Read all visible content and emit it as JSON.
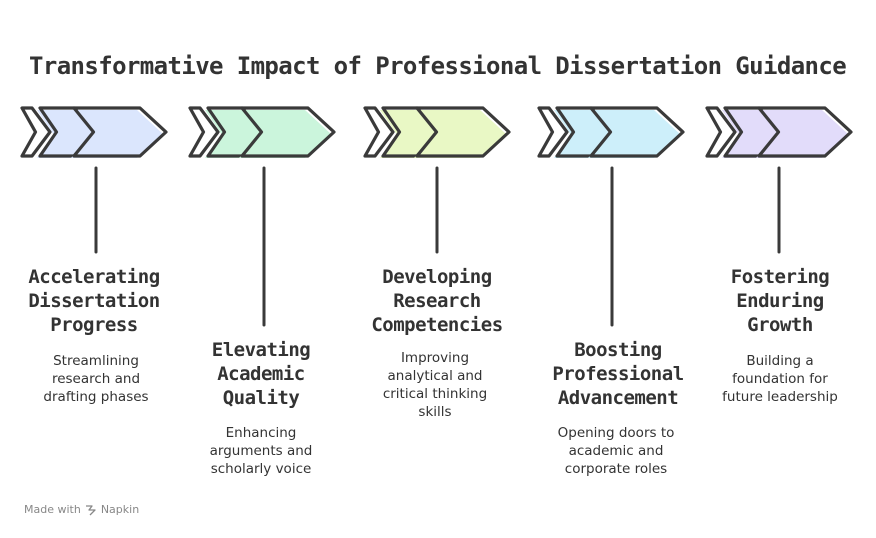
{
  "title": "Transformative Impact of Professional Dissertation Guidance",
  "steps": [
    {
      "title_lines": [
        "Accelerating",
        "Dissertation",
        "Progress"
      ],
      "desc_lines": [
        "Streamlining",
        "research and",
        "drafting phases"
      ],
      "color": "#dbe6fd"
    },
    {
      "title_lines": [
        "Elevating",
        "Academic",
        "Quality"
      ],
      "desc_lines": [
        "Enhancing",
        "arguments and",
        "scholarly voice"
      ],
      "color": "#cbf5dc"
    },
    {
      "title_lines": [
        "Developing",
        "Research",
        "Competencies"
      ],
      "desc_lines": [
        "Improving",
        "analytical and",
        "critical thinking",
        "skills"
      ],
      "color": "#e9f8c5"
    },
    {
      "title_lines": [
        "Boosting",
        "Professional",
        "Advancement"
      ],
      "desc_lines": [
        "Opening doors to",
        "academic and",
        "corporate roles"
      ],
      "color": "#cdeffa"
    },
    {
      "title_lines": [
        "Fostering",
        "Enduring",
        "Growth"
      ],
      "desc_lines": [
        "Building a",
        "foundation for",
        "future leadership"
      ],
      "color": "#e2dcfa"
    }
  ],
  "footer": {
    "made_with": "Made with",
    "brand": "Napkin",
    "logo_icon": "napkin-logo-icon"
  }
}
